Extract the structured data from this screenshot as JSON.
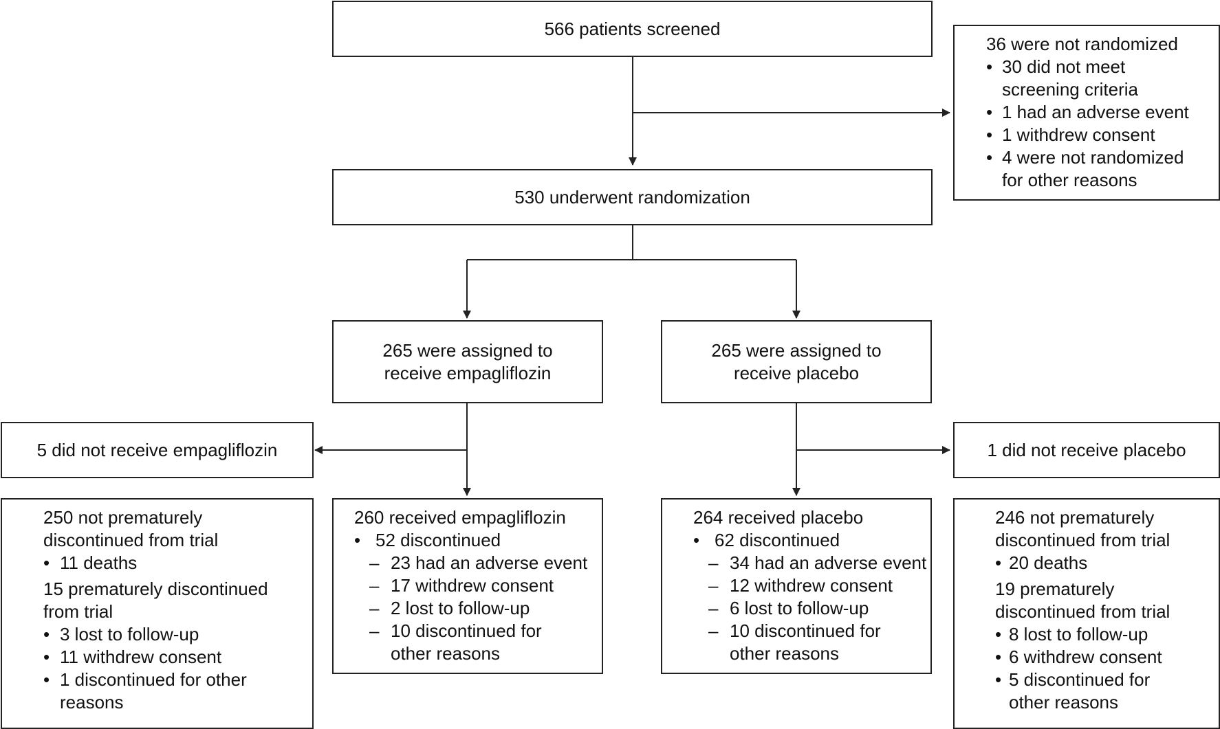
{
  "screened": "566 patients screened",
  "not_randomized": {
    "title": "36 were not randomized",
    "items": [
      {
        "text": "30 did not meet",
        "cont": "screening criteria"
      },
      {
        "text": "1 had an adverse event"
      },
      {
        "text": "1 withdrew consent"
      },
      {
        "text": "4 were not randomized",
        "cont": "for other reasons"
      }
    ]
  },
  "randomized": "530 underwent randomization",
  "arm_empa": {
    "line1": "265 were assigned to",
    "line2": "receive empagliflozin"
  },
  "arm_placebo": {
    "line1": "265 were assigned to",
    "line2": "receive placebo"
  },
  "empa_not_received": "5 did not receive empagliflozin",
  "placebo_not_received": "1 did not receive placebo",
  "empa_trial": {
    "not_disc_1": "250 not prematurely",
    "not_disc_2": "discontinued from trial",
    "deaths": "11 deaths",
    "disc_1": "15 prematurely discontinued",
    "disc_2": "from trial",
    "lost": "3 lost to follow-up",
    "withdrew": "11 withdrew consent",
    "other_1": "1 discontinued for other",
    "other_2": "reasons"
  },
  "empa_received": {
    "title": "260 received empagliflozin",
    "discontinued": "52 discontinued",
    "adverse": "23 had an adverse event",
    "withdrew": "17 withdrew consent",
    "lost": "2 lost to follow-up",
    "other_1": "10 discontinued for",
    "other_2": "other reasons"
  },
  "placebo_received": {
    "title": "264 received placebo",
    "discontinued": "62 discontinued",
    "adverse": "34 had an adverse event",
    "withdrew": "12 withdrew consent",
    "lost": "6 lost to follow-up",
    "other_1": "10 discontinued for",
    "other_2": "other reasons"
  },
  "placebo_trial": {
    "not_disc_1": "246 not prematurely",
    "not_disc_2": "discontinued from trial",
    "deaths": "20 deaths",
    "disc_1": "19 prematurely",
    "disc_2": "discontinued from trial",
    "lost": "8 lost to follow-up",
    "withdrew": "6 withdrew consent",
    "other_1": "5 discontinued for",
    "other_2": "other reasons"
  },
  "symbols": {
    "bullet": "•",
    "dash": "–"
  }
}
